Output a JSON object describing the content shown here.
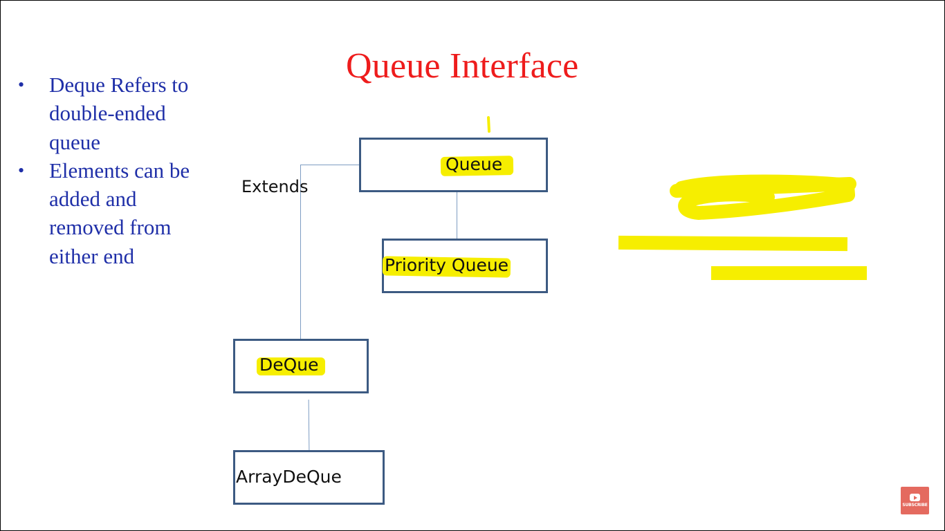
{
  "slide": {
    "title": "Queue Interface",
    "bullets": [
      "Deque Refers to double-ended queue",
      "Elements can be added and removed from either end"
    ],
    "bullet_lines": [
      [
        "Deque Refers to",
        "double-ended",
        "queue"
      ],
      [
        "Elements can be",
        "added and",
        "removed from",
        "either end"
      ]
    ],
    "bullet_glyph": "•"
  },
  "diagram": {
    "nodes": {
      "queue": "Queue",
      "priority_queue": "Priority Queue",
      "deque": "DeQue",
      "array_deque": "ArrayDeQue"
    },
    "edge_label": "Extends"
  },
  "colors": {
    "title": "#ee1c1c",
    "bullets": "#1f2fa8",
    "box_border": "#3c5a82",
    "connector": "#7d9cc2",
    "highlighter": "#f6ee00"
  },
  "subscribe_badge": {
    "label": "SUBSCRIBE",
    "icon": "youtube-play-icon"
  }
}
